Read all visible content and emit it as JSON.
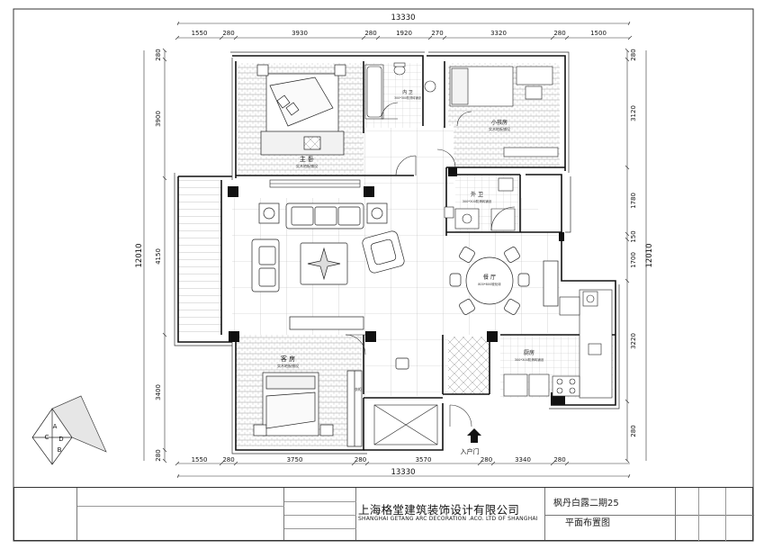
{
  "dimensions": {
    "top_total": "13330",
    "top_segments": [
      "1550",
      "280",
      "3930",
      "280",
      "1920",
      "270",
      "3320",
      "280",
      "1500"
    ],
    "bottom_total": "13330",
    "bottom_segments": [
      "1550",
      "280",
      "3750",
      "280",
      "3570",
      "280",
      "3340",
      "280"
    ],
    "left_total": "12010",
    "left_segments": [
      "280",
      "3900",
      "4150",
      "3400",
      "280"
    ],
    "right_total": "12010",
    "right_segments": [
      "280",
      "3120",
      "1780",
      "150",
      "1700",
      "3220",
      "280"
    ]
  },
  "rooms": {
    "master_bedroom": {
      "name": "主 卧",
      "note": "实木地板铺设"
    },
    "master_bath": {
      "name": "内 卫",
      "note": "300*300防滑砖铺设"
    },
    "small_bedroom": {
      "name": "小孩房",
      "note": "实木地板铺设"
    },
    "guest_bath": {
      "name": "外 卫",
      "note": "300*300防滑砖铺设"
    },
    "dining": {
      "name": "餐 厅",
      "note": "800*800玻化砖"
    },
    "kitchen": {
      "name": "厨房",
      "note": "300*300防滑砖铺设"
    },
    "guest_room": {
      "name": "客 房",
      "note": "实木地板铺设"
    },
    "entrance": {
      "name": "入户门"
    },
    "wardrobe_label": "衣柜"
  },
  "compass": {
    "letters": [
      "A",
      "B",
      "C",
      "D"
    ]
  },
  "title_block": {
    "company_cn": "上海格堂建筑装饰设计有限公司",
    "company_en": "SHANGHAI GETANG ARC DECORATION .ACO. LTD OF SHANGHAI",
    "project": "枫丹白露二期25",
    "drawing_name": "平面布置图"
  },
  "colors": {
    "line": "#222222",
    "wall": "#111111",
    "dim": "#333333"
  }
}
